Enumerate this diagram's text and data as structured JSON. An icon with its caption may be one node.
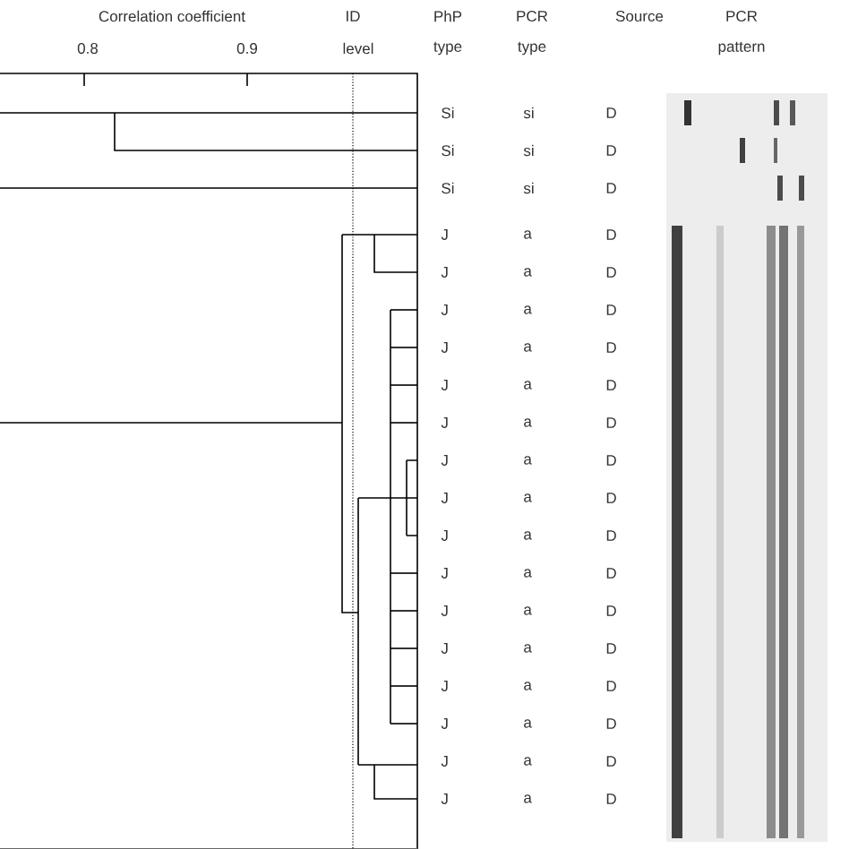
{
  "diagram": {
    "labels": [
      "Correlation coefficient",
      "ID",
      "PhP",
      "PCR",
      "Source",
      "PCR",
      "0.8",
      "0.9",
      "level",
      "type",
      "type",
      "pattern",
      "Si",
      "si",
      "D",
      "Si",
      "si",
      "D",
      "Si",
      "si",
      "D",
      "J",
      "a",
      "D",
      "J",
      "a",
      "D",
      "J",
      "a",
      "D",
      "J",
      "a",
      "D",
      "J",
      "a",
      "D",
      "J",
      "a",
      "D",
      "J",
      "a",
      "D",
      "J",
      "a",
      "D",
      "J",
      "a",
      "D",
      "J",
      "a",
      "D",
      "J",
      "a",
      "D",
      "J",
      "a",
      "D",
      "J",
      "a",
      "D",
      "J",
      "a",
      "D",
      "J",
      "a",
      "D",
      "J",
      "a",
      "D"
    ]
  }
}
